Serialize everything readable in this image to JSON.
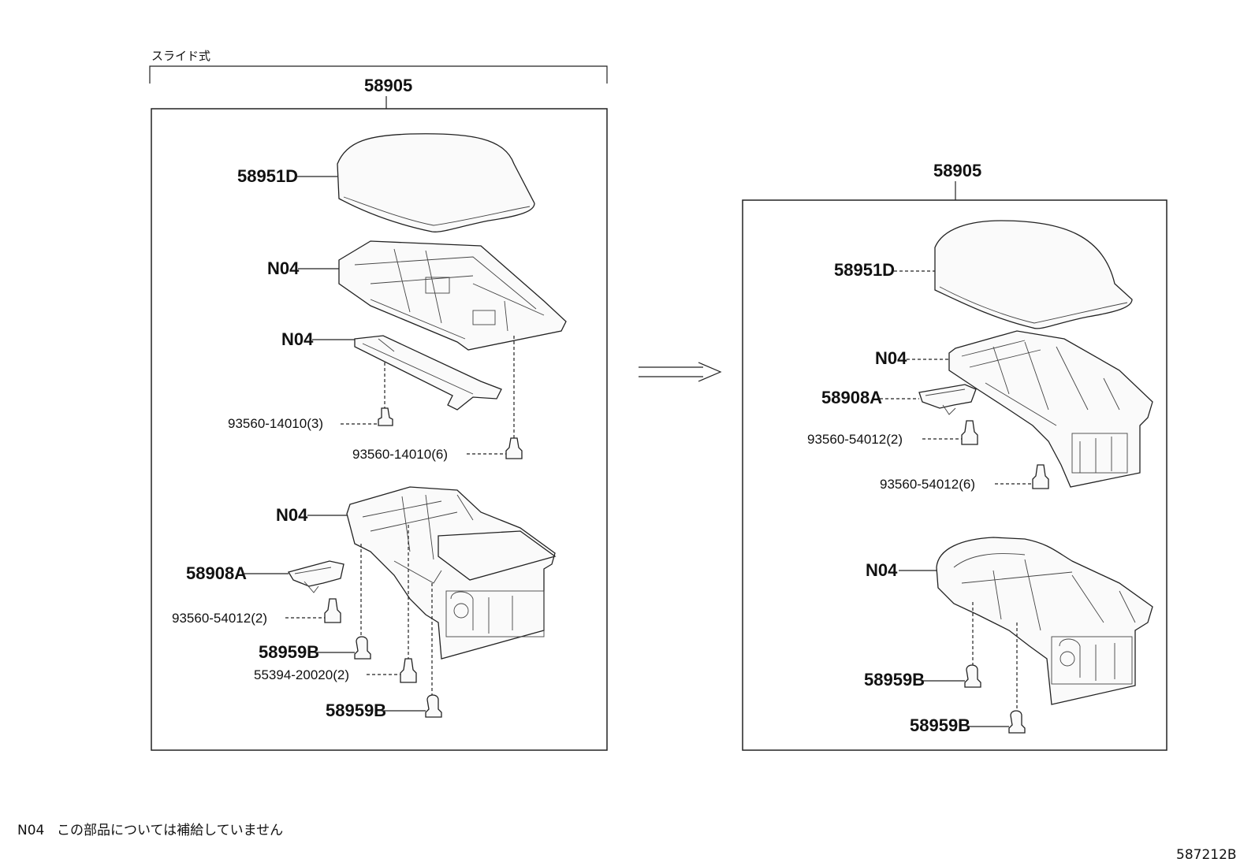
{
  "header": {
    "variant_label": "スライド式"
  },
  "left_panel": {
    "assembly": "58905",
    "labels": {
      "lid": "58951D",
      "inner_upper": "N04",
      "plate": "N04",
      "screw_a": "93560-14010(3)",
      "screw_b": "93560-14010(6)",
      "base": "N04",
      "bracket": "58908A",
      "screw_c": "93560-54012(2)",
      "clip_a": "58959B",
      "screw_d": "55394-20020(2)",
      "clip_b": "58959B"
    }
  },
  "right_panel": {
    "assembly": "58905",
    "labels": {
      "lid": "58951D",
      "inner": "N04",
      "bracket": "58908A",
      "screw_a": "93560-54012(2)",
      "screw_b": "93560-54012(6)",
      "base": "N04",
      "clip_a": "58959B",
      "clip_b": "58959B"
    }
  },
  "footnote": {
    "code": "N04",
    "text": "この部品については補給していません"
  },
  "diagram_id": "587212B"
}
